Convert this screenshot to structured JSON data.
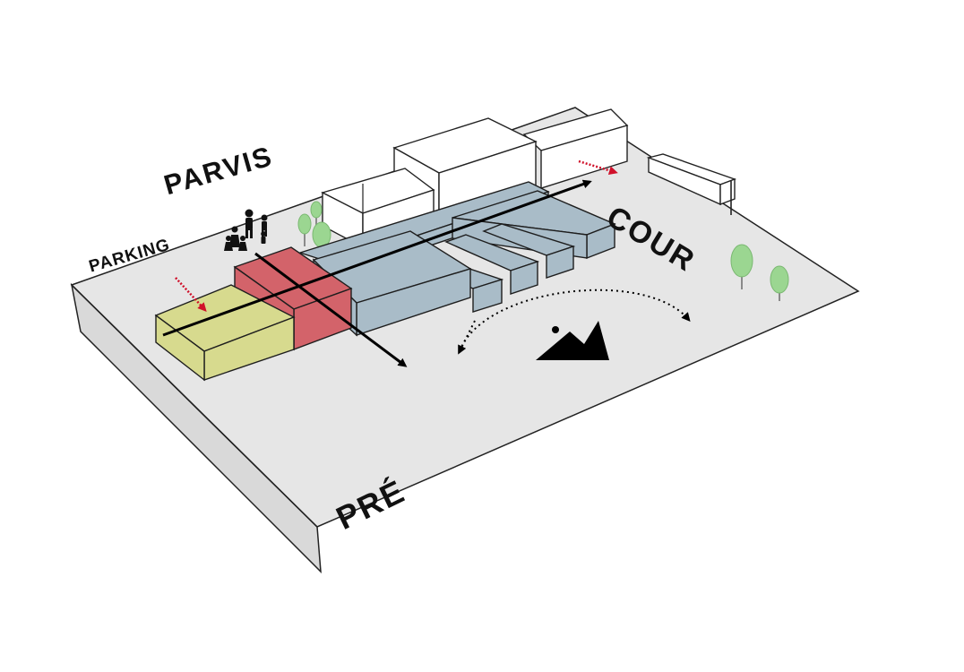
{
  "labels": {
    "parvis": "PARVIS",
    "parking": "PARKING",
    "cour": "COUR",
    "pre": "PRÉ"
  },
  "colors": {
    "ground": "#e6e6e6",
    "ground_side": "#d9d9d9",
    "yellow_block": "#d7da8e",
    "red_block": "#d3636a",
    "blue_block": "#a9bcc8",
    "white_building": "#ffffff",
    "tree": "#9bd691",
    "entry_arrow": "#d0102a",
    "axis_arrow": "#000000"
  },
  "icons": {
    "people": "people-icon",
    "mountain": "mountain-icon",
    "tree": "tree-icon"
  }
}
